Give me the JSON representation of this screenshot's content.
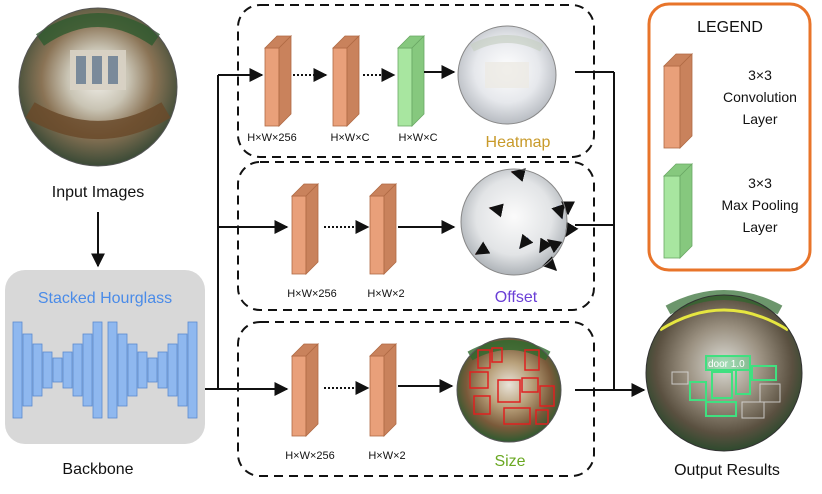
{
  "input": {
    "caption": "Input Images",
    "image_icon": "fisheye-church-interior-photo"
  },
  "backbone": {
    "caption": "Backbone",
    "title": "Stacked Hourglass",
    "title_color": "#4a8be8"
  },
  "branches": [
    {
      "name": "Heatmap",
      "name_color": "#c89a2a",
      "layer_labels": [
        "H×W×256",
        "H×W×C",
        "H×W×C"
      ],
      "result_icon": "heatmap-fisheye-photo"
    },
    {
      "name": "Offset",
      "name_color": "#6a3fd6",
      "layer_labels": [
        "H×W×256",
        "H×W×2"
      ],
      "result_icon": "offset-arrows-fisheye-photo"
    },
    {
      "name": "Size",
      "name_color": "#6aa822",
      "layer_labels": [
        "H×W×256",
        "H×W×2"
      ],
      "result_icon": "size-boxes-fisheye-photo"
    }
  ],
  "output": {
    "caption": "Output Results",
    "image_icon": "detection-results-fisheye-photo",
    "overlay_label": "door 1.0"
  },
  "legend": {
    "title": "LEGEND",
    "border_color": "#e8742a",
    "items": [
      {
        "label_lines": [
          "3×3",
          "Convolution",
          "Layer"
        ],
        "color": "#e9a07a"
      },
      {
        "label_lines": [
          "3×3",
          "Max Pooling",
          "Layer"
        ],
        "color": "#a8e6a0"
      }
    ]
  },
  "colors": {
    "conv": "#e9a07a",
    "conv_side": "#c9825c",
    "pool": "#a8e6a0",
    "pool_side": "#86c87e",
    "hourglass": "#8fb8ef"
  }
}
